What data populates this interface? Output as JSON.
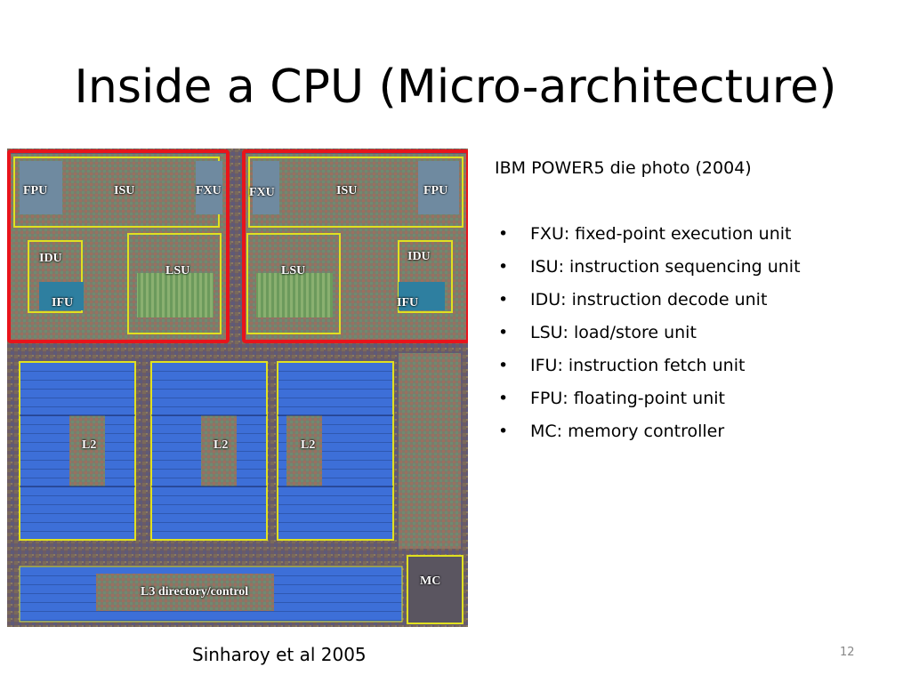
{
  "slide": {
    "title": "Inside a CPU (Micro-architecture)",
    "caption": "Sinharoy et al 2005",
    "page_number": "12"
  },
  "die_labels": {
    "core1": {
      "fpu": "FPU",
      "isu": "ISU",
      "fxu": "FXU",
      "idu": "IDU",
      "lsu": "LSU",
      "ifu": "IFU"
    },
    "core2": {
      "fxu": "FXU",
      "isu": "ISU",
      "fpu": "FPU",
      "idu": "IDU",
      "lsu": "LSU",
      "ifu": "IFU"
    },
    "l2": [
      "L2",
      "L2",
      "L2"
    ],
    "l3": "L3 directory/control",
    "mc": "MC"
  },
  "side": {
    "heading": "IBM POWER5 die photo (2004)",
    "bullet_glyph": "•",
    "bullets": [
      "FXU: fixed-point execution unit",
      "ISU: instruction sequencing unit",
      "IDU: instruction decode unit",
      "LSU: load/store unit",
      "IFU: instruction fetch unit",
      "FPU: floating-point unit",
      "MC: memory controller"
    ]
  },
  "colors": {
    "highlight_box": "#e8141b",
    "unit_outline": "#e0e020",
    "cache_blue": "#3d6fd8"
  }
}
